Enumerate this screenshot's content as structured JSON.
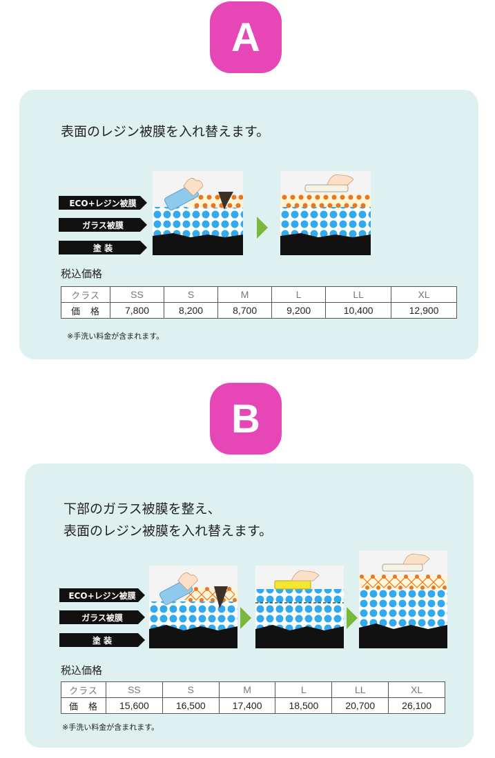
{
  "colors": {
    "badge": "#e646b6",
    "panel": "#dff0f1",
    "resin_orange": "#e87722",
    "glass_blue": "#33aaee",
    "paint_black": "#111111",
    "arrow_green": "#7ab83a",
    "sponge_blue": "#8fc9ec",
    "pad_yellow": "#f5e631",
    "pad_white": "#f5f2e6",
    "hand": "#fce0c8"
  },
  "layer_labels": {
    "resin": "ECO+レジン被膜",
    "glass": "ガラス被膜",
    "paint": "塗 装"
  },
  "price": {
    "heading": "税込価格",
    "note": "※手洗い料金が含まれます。",
    "class_label": "クラス",
    "price_label": "価　格",
    "sizes": [
      "SS",
      "S",
      "M",
      "L",
      "LL",
      "XL"
    ]
  },
  "plans": [
    {
      "badge": "A",
      "description": "表面のレジン被膜を入れ替えます。",
      "prices": [
        "7,800",
        "8,200",
        "8,700",
        "9,200",
        "10,400",
        "12,900"
      ]
    },
    {
      "badge": "B",
      "description": "下部のガラス被膜を整え、\n表面のレジン被膜を入れ替えます。",
      "prices": [
        "15,600",
        "16,500",
        "17,400",
        "18,500",
        "20,700",
        "26,100"
      ]
    }
  ]
}
